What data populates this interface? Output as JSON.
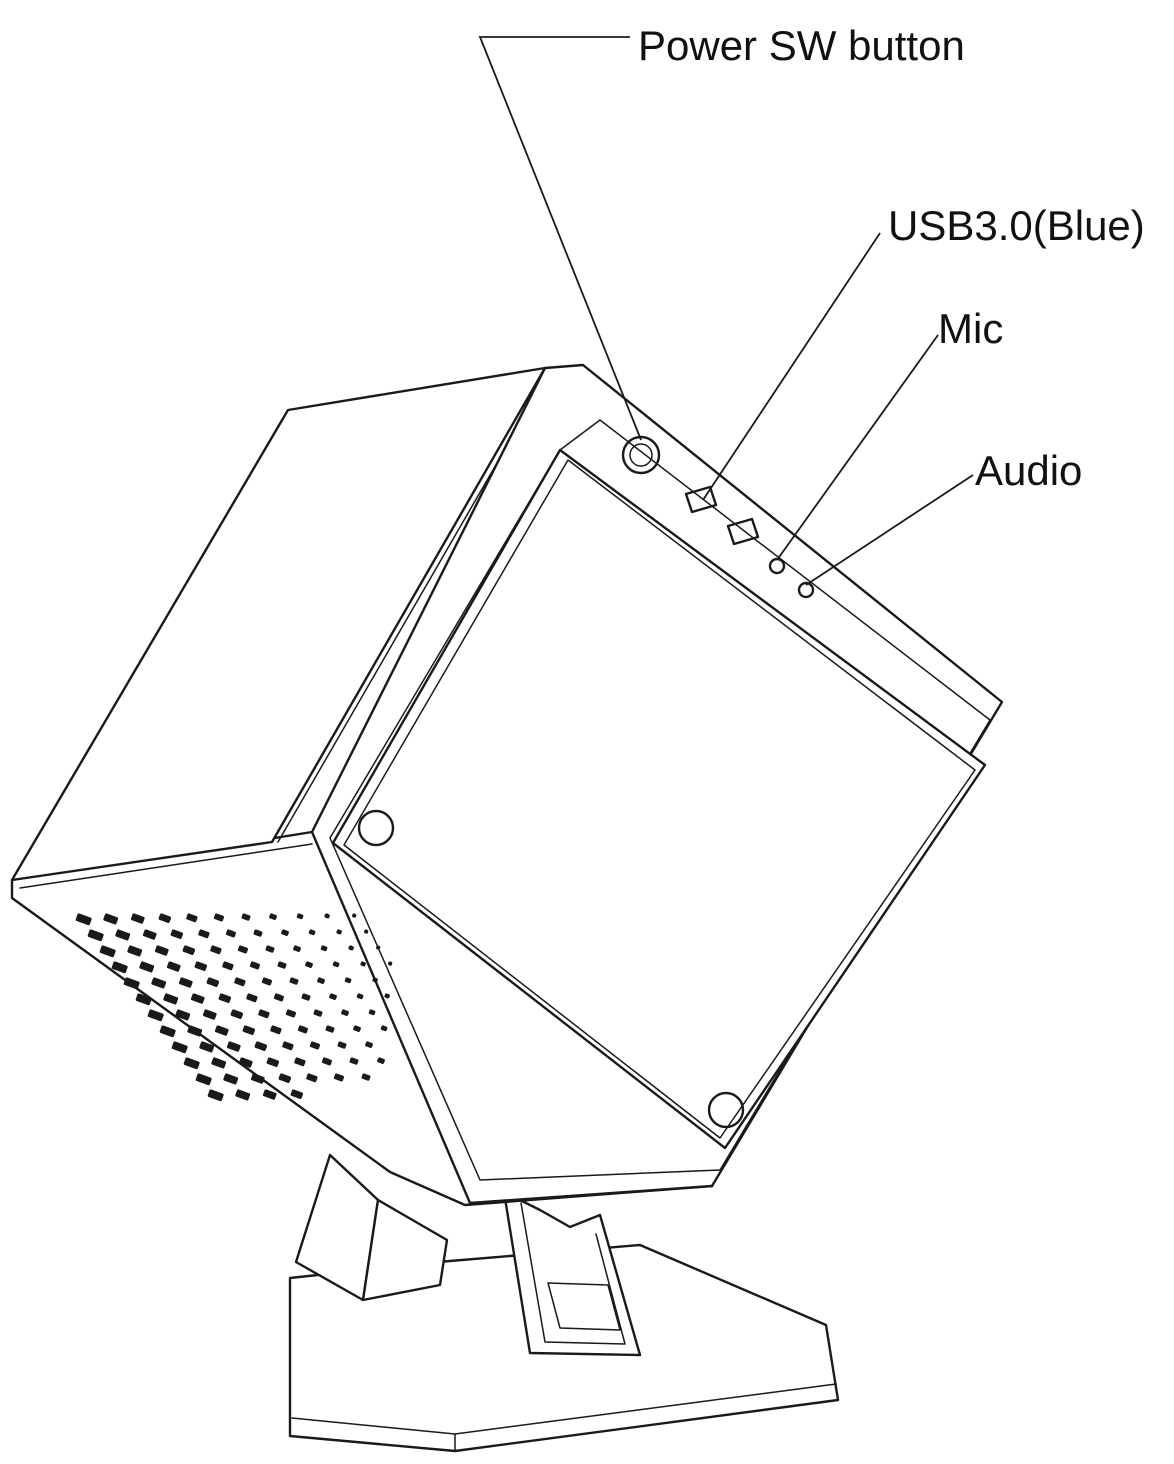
{
  "labels": {
    "power_sw": "Power SW button",
    "usb": "USB3.0(Blue)",
    "mic": "Mic",
    "audio": "Audio"
  },
  "colors": {
    "ink": "#1a1a1a",
    "background": "#ffffff"
  }
}
